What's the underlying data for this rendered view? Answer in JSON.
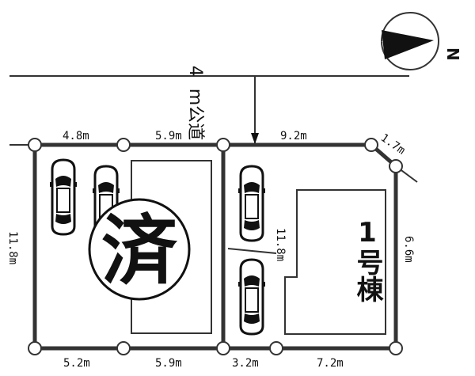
{
  "compass": {
    "north_label": "N"
  },
  "road": {
    "width": "4",
    "unit_and_type": "m公道"
  },
  "lot1": {
    "top_left": "4.8m",
    "top_right": "5.9m",
    "bottom_left": "5.2m",
    "bottom_right": "5.9m",
    "left_side": "11.8m",
    "sold_stamp": "済"
  },
  "lot2": {
    "top": "9.2m",
    "corner": "1.7m",
    "right_side": "6.6m",
    "left_side": "11.8m",
    "bottom_left": "3.2m",
    "bottom_right": "7.2m",
    "building_label": "1号棟"
  },
  "colors": {
    "line": "#333333",
    "ink": "#111111",
    "background": "#ffffff"
  },
  "icons": [
    "compass-icon",
    "car-icon"
  ]
}
